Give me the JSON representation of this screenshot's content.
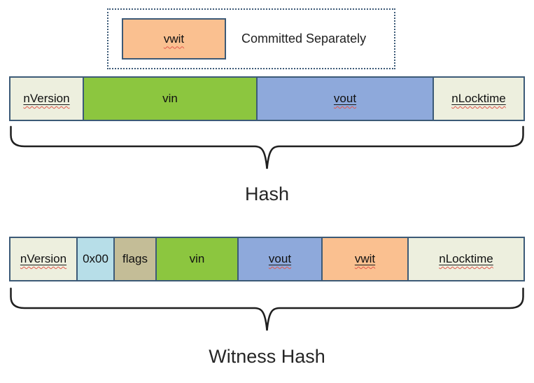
{
  "palette": {
    "border": "#3C5A77",
    "beige": "#EDEFDE",
    "green": "#8CC63F",
    "blue": "#8EA9DB",
    "orange": "#FAC090",
    "light_blue": "#B7DEE8",
    "tan": "#C4BD97",
    "squiggle_red": "#E2574C"
  },
  "legend": {
    "swatch_label": "vwit",
    "swatch_color": "#FAC090",
    "caption": "Committed Separately"
  },
  "hash_diagram": {
    "cells": [
      {
        "label": "nVersion",
        "color": "#EDEFDE"
      },
      {
        "label": "vin",
        "color": "#8CC63F"
      },
      {
        "label": "vout",
        "color": "#8EA9DB"
      },
      {
        "label": "nLocktime",
        "color": "#EDEFDE"
      }
    ],
    "caption": "Hash"
  },
  "witness_diagram": {
    "cells": [
      {
        "label": "nVersion",
        "color": "#EDEFDE"
      },
      {
        "label": "0x00",
        "color": "#B7DEE8"
      },
      {
        "label": "flags",
        "color": "#C4BD97"
      },
      {
        "label": "vin",
        "color": "#8CC63F"
      },
      {
        "label": "vout",
        "color": "#8EA9DB"
      },
      {
        "label": "vwit",
        "color": "#FAC090"
      },
      {
        "label": "nLocktime",
        "color": "#EDEFDE"
      }
    ],
    "caption": "Witness Hash"
  }
}
